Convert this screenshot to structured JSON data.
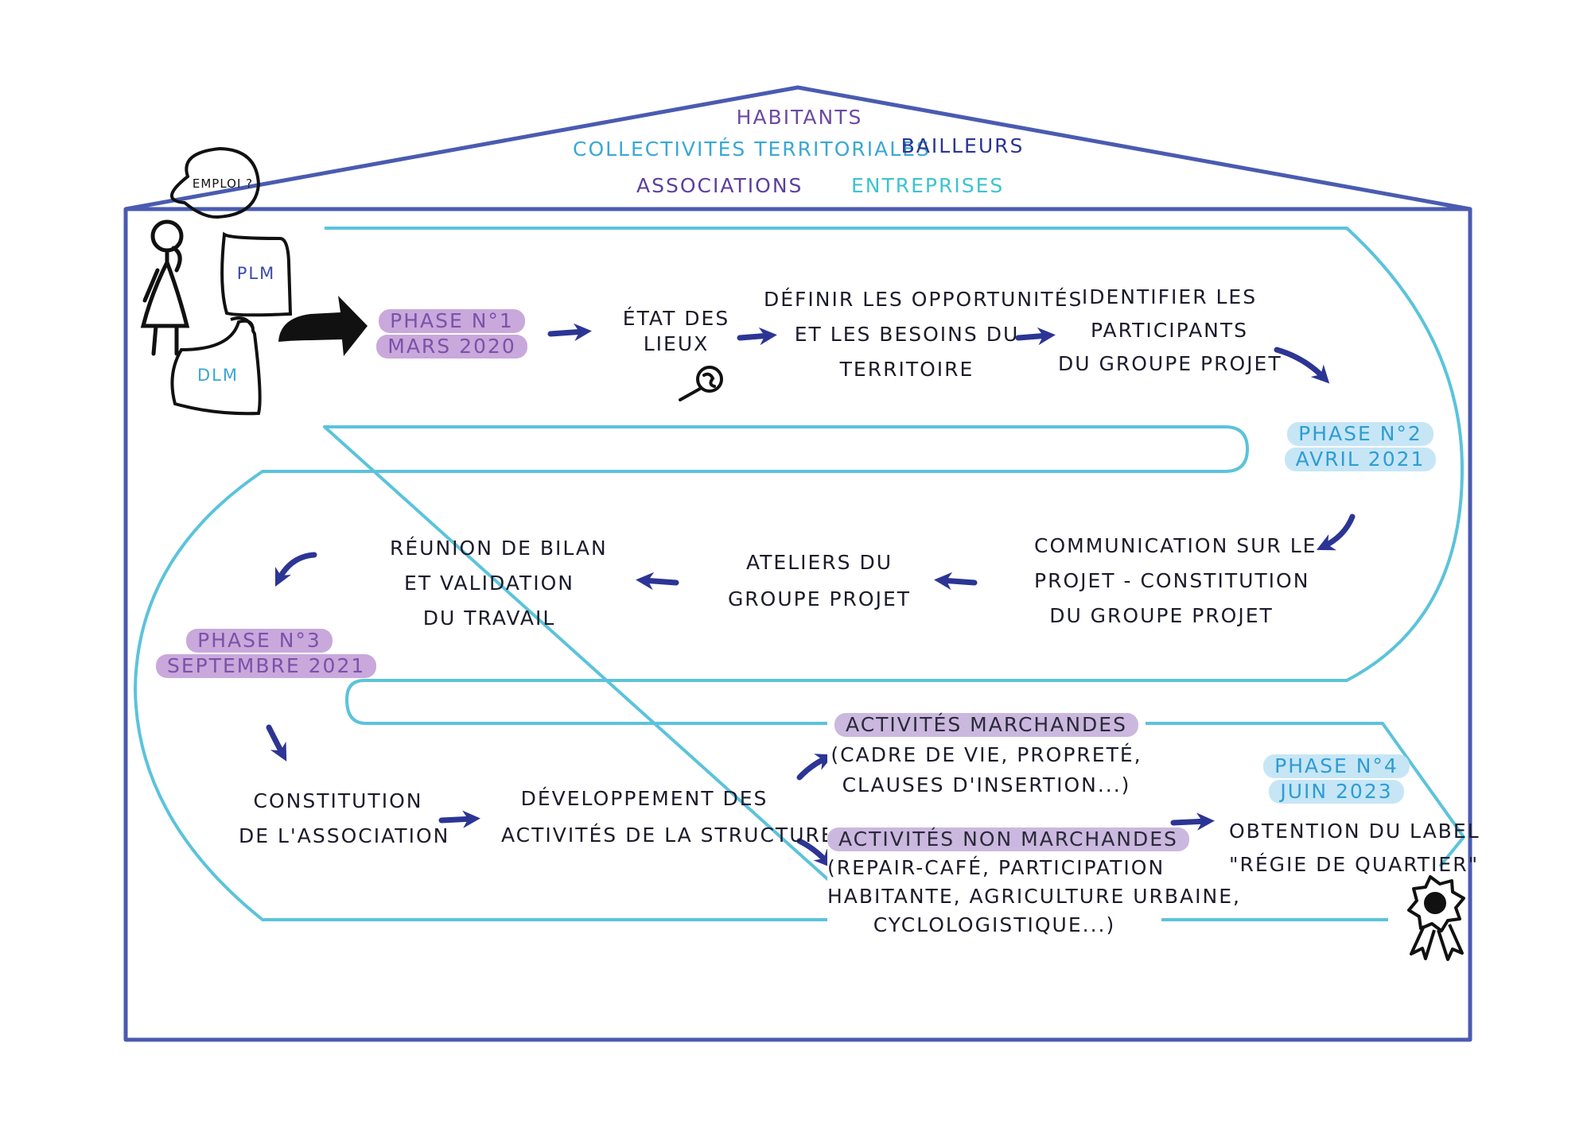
{
  "colors": {
    "house": "#4a5bb0",
    "path": "#5bc3db",
    "arrow": "#2c3594",
    "habitants": "#6b4aa3",
    "collectivites": "#3aa7d6",
    "bailleurs": "#2c3594",
    "associations": "#5b3f9e",
    "entreprises": "#3dc3cf",
    "phase_purple": "#c9a8dc",
    "phase_blue": "#c6e6f6"
  },
  "roof": {
    "habitants": "HABITANTS",
    "collectivites": "COLLECTIVITÉS TERRITORIALES",
    "bailleurs": "BAILLEURS",
    "associations": "ASSOCIATIONS",
    "entreprises": "ENTREPRISES"
  },
  "figure": {
    "bubble": "EMPLOI ?",
    "plm": "PLM",
    "dlm": "DLM"
  },
  "phases": {
    "p1": {
      "title": "PHASE N°1",
      "date": "MARS 2020"
    },
    "p2": {
      "title": "PHASE N°2",
      "date": "AVRIL 2021"
    },
    "p3": {
      "title": "PHASE N°3",
      "date": "SEPTEMBRE 2021"
    },
    "p4": {
      "title": "PHASE N°4",
      "date": "JUIN 2023"
    }
  },
  "steps": {
    "etat": [
      "ÉTAT DES",
      "LIEUX"
    ],
    "definir": [
      "DÉFINIR LES OPPORTUNITÉS",
      "ET LES BESOINS DU",
      "TERRITOIRE"
    ],
    "identifier": [
      "IDENTIFIER LES",
      "PARTICIPANTS",
      "DU GROUPE PROJET"
    ],
    "communication": [
      "COMMUNICATION SUR LE",
      "PROJET - CONSTITUTION",
      "DU GROUPE PROJET"
    ],
    "ateliers": [
      "ATELIERS DU",
      "GROUPE PROJET"
    ],
    "reunion": [
      "RÉUNION DE BILAN",
      "ET VALIDATION",
      "DU TRAVAIL"
    ],
    "constitution": [
      "CONSTITUTION",
      "DE L'ASSOCIATION"
    ],
    "developpement": [
      "DÉVELOPPEMENT DES",
      "ACTIVITÉS DE LA STRUCTURE"
    ],
    "marchandes_title": "ACTIVITÉS MARCHANDES",
    "marchandes": [
      "(CADRE DE VIE, PROPRETÉ,",
      "CLAUSES D'INSERTION...)"
    ],
    "non_marchandes_title": "ACTIVITÉS NON MARCHANDES",
    "non_marchandes": [
      "(REPAIR-CAFÉ, PARTICIPATION",
      "HABITANTE, AGRICULTURE URBAINE,",
      "CYCLOLOGISTIQUE...)"
    ],
    "label": [
      "OBTENTION DU LABEL",
      "\"RÉGIE DE QUARTIER\""
    ]
  }
}
